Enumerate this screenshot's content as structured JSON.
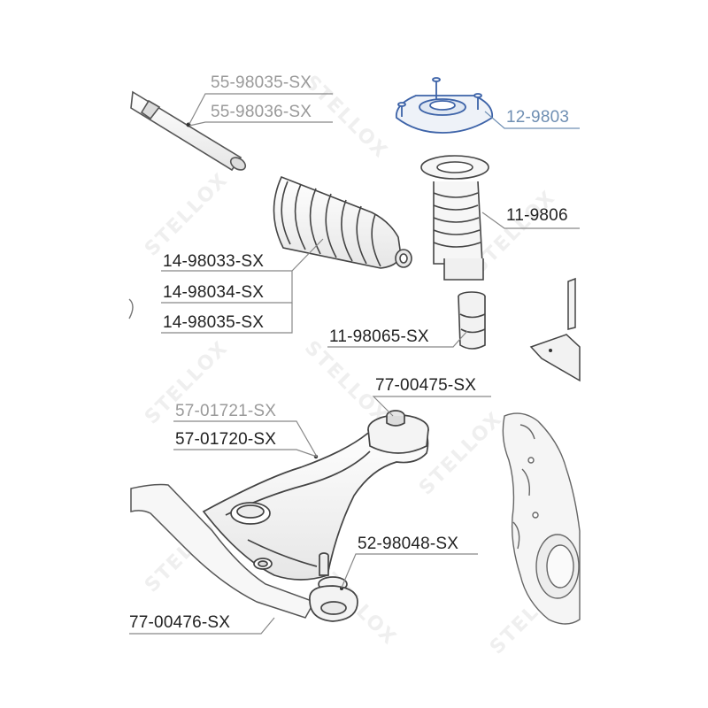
{
  "watermark": "STELLOX",
  "colors": {
    "line": "#444444",
    "muted": "#9a9a9a",
    "highlight": "#3d63a8",
    "watermark": "#efefef"
  },
  "labels": {
    "tie_rod_55_98035": "55-98035-SX",
    "tie_rod_55_98036": "55-98036-SX",
    "strut_mount_12_9803": "12-9803",
    "dust_boot_11_9806": "11-9806",
    "rack_boot_14_98033": "14-98033-SX",
    "rack_boot_14_98034": "14-98034-SX",
    "rack_boot_14_98035": "14-98035-SX",
    "bump_stop_11_98065": "11-98065-SX",
    "bushing_77_00475": "77-00475-SX",
    "control_arm_57_01721": "57-01721-SX",
    "control_arm_57_01720": "57-01720-SX",
    "ball_joint_52_98048": "52-98048-SX",
    "bushing_77_00476": "77-00476-SX"
  }
}
